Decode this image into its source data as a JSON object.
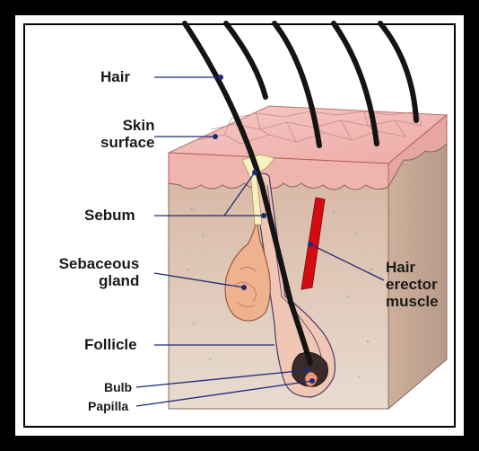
{
  "labels": {
    "hair": "Hair",
    "skin_surface": [
      "Skin",
      "surface"
    ],
    "sebum": "Sebum",
    "sebaceous_gland": [
      "Sebaceous",
      "gland"
    ],
    "follicle": "Follicle",
    "bulb": "Bulb",
    "papilla": "Papilla",
    "hair_erector_muscle": [
      "Hair",
      "erector",
      "muscle"
    ]
  },
  "colors": {
    "background": "#000000",
    "panel": "#ffffff",
    "epidermis": "#f2b9b5",
    "dermis": "#dcc6b4",
    "muscle": "#d40c12",
    "gland": "#efb28f",
    "hair": "#141414",
    "leader_line": "#1f2a78",
    "label_text": "#1a1a1a"
  }
}
